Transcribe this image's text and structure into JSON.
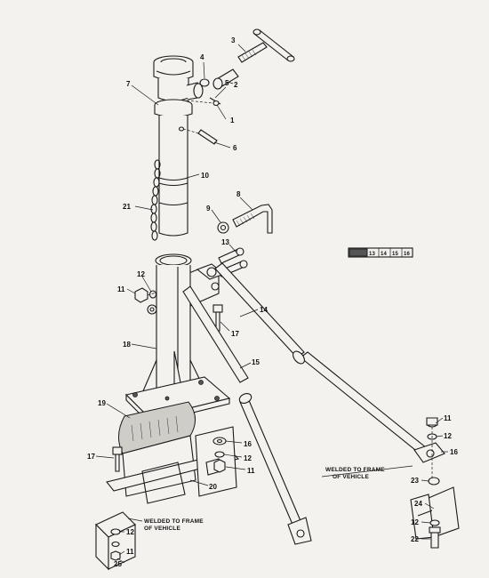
{
  "callouts": {
    "c1": "1",
    "c2": "2",
    "c3": "3",
    "c4": "4",
    "c5": "5",
    "c6": "6",
    "c7": "7",
    "c8": "8",
    "c9": "9",
    "c10": "10",
    "c11a": "11",
    "c11b": "11",
    "c11c": "11",
    "c11d": "11",
    "c12a": "12",
    "c12b": "12",
    "c12c": "12",
    "c12d": "12",
    "c12e": "12",
    "c13": "13",
    "c14": "14",
    "c15": "15",
    "c16a": "16",
    "c16b": "16",
    "c17a": "17",
    "c17b": "17",
    "c18": "18",
    "c19": "19",
    "c20": "20",
    "c21": "21",
    "c22": "22",
    "c23": "23",
    "c24": "24",
    "c25": "25"
  },
  "notes": {
    "welded_left_1": "WELDED TO FRAME",
    "welded_left_2": "OF VEHICLE",
    "welded_right_1": "WELDED TO FRAME",
    "welded_right_2": "OF VEHICLE"
  },
  "legend_box": {
    "cells": [
      "13",
      "14",
      "15",
      "16"
    ]
  }
}
